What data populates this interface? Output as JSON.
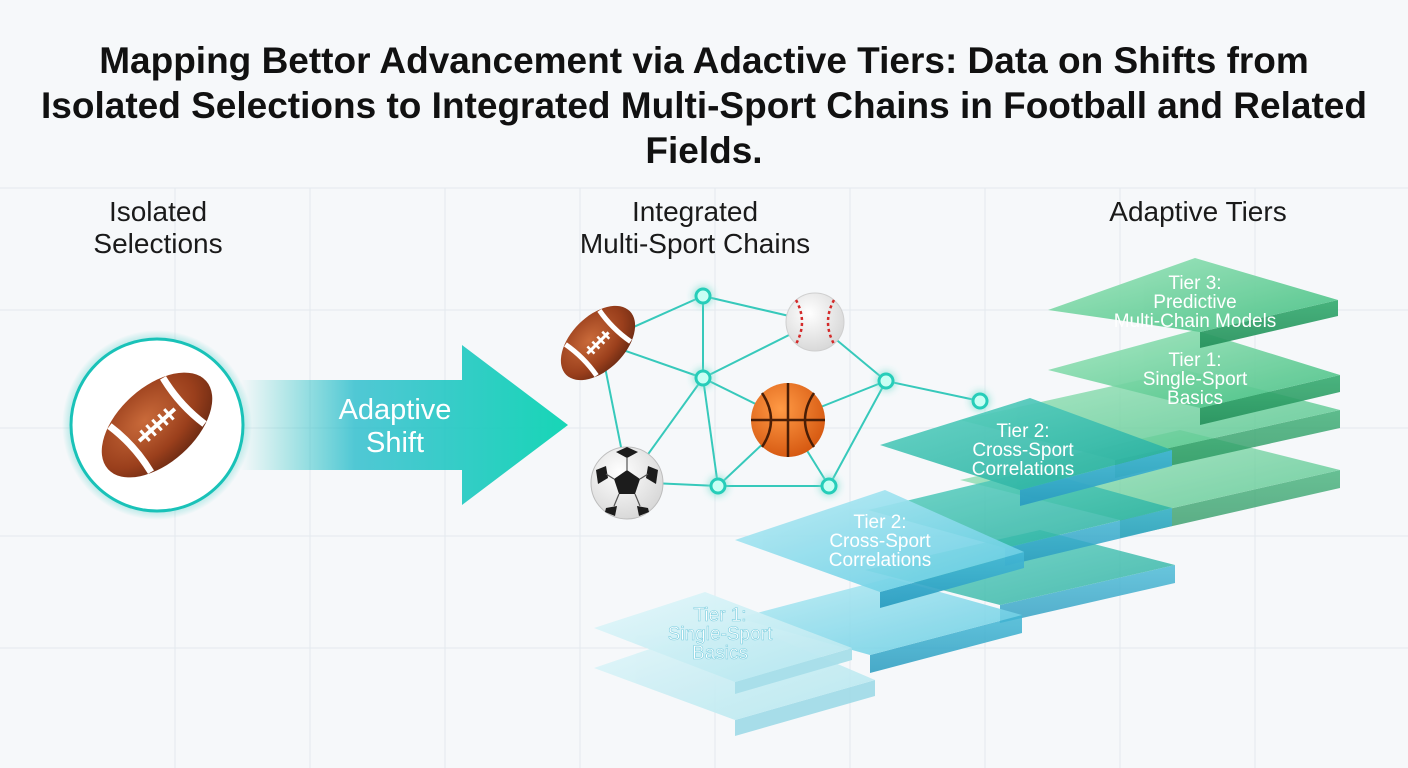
{
  "title": "Mapping Bettor Advancement via Adactive Tiers: Data on Shifts from Isolated Selections to Integrated Multi-Sport Chains in Football and Related Fields.",
  "columns": {
    "isolated": [
      "Isolated",
      "Selections"
    ],
    "integrated": [
      "Integrated",
      "Multi-Sport Chains"
    ],
    "adaptive": [
      "Adaptive Tiers"
    ]
  },
  "arrow": {
    "label": [
      "Adaptive",
      "Shift"
    ]
  },
  "tiers": {
    "cyan_bottom": [
      "Tier 1:",
      "Single-Sport",
      "Basics"
    ],
    "cyan_mid": [
      "Tier 2:",
      "Cross-Sport",
      "Correlations"
    ],
    "green_mid": [
      "Tier 2:",
      "Cross-Sport",
      "Correlations"
    ],
    "green_upper": [
      "Tier 1:",
      "Single-Sport",
      "Basics"
    ],
    "green_top": [
      "Tier 3:",
      "Predictive",
      "Multi-Chain Models"
    ]
  },
  "icons": {
    "isolated": "american-football-icon",
    "network": [
      "american-football-icon",
      "baseball-icon",
      "basketball-icon",
      "soccer-ball-icon"
    ]
  },
  "colors": {
    "title": "#111111",
    "teal": "#19c2b8",
    "cyan_tier": "#5cc8e0",
    "green_tier": "#3fbf82",
    "grid": "#e4e9ee"
  }
}
